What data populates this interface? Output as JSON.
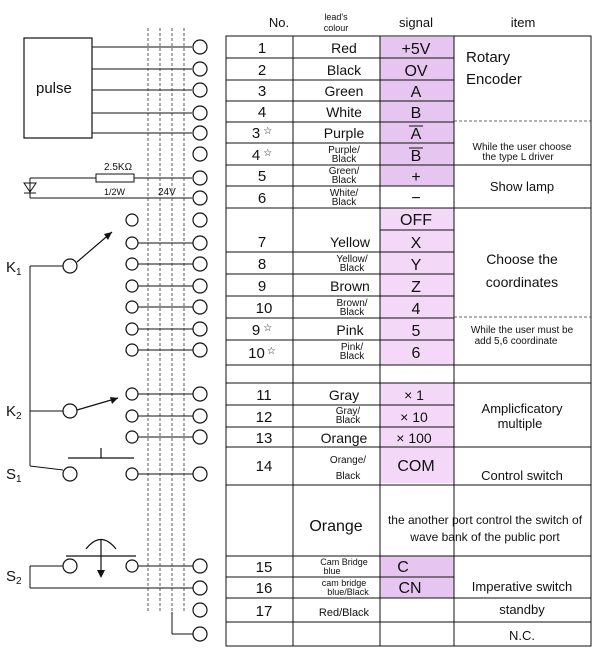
{
  "header": {
    "no": "No.",
    "colour_line1": "lead's",
    "colour_line2": "colour",
    "signal": "signal",
    "item": "item"
  },
  "left_labels": {
    "pulse": "pulse",
    "resistor_value": "2.5KΩ",
    "resistor_power": "1/2W",
    "voltage": "24V",
    "k1": "K",
    "k1_sub": "1",
    "k2": "K",
    "k2_sub": "2",
    "s1": "S",
    "s1_sub": "1",
    "s2": "S",
    "s2_sub": "2"
  },
  "rows": [
    {
      "no": "1",
      "colour": "Red",
      "signal": "+5V"
    },
    {
      "no": "2",
      "colour": "Black",
      "signal": "OV"
    },
    {
      "no": "3",
      "colour": "Green",
      "signal": "A"
    },
    {
      "no": "4",
      "colour": "White",
      "signal": "B"
    },
    {
      "no": "3",
      "star": "☆",
      "colour": "Purple",
      "signal": "A"
    },
    {
      "no": "4",
      "star": "☆",
      "colour_l1": "Purple/",
      "colour_l2": "Black",
      "signal": "B"
    },
    {
      "no": "5",
      "colour_l1": "Green/",
      "colour_l2": "Black",
      "signal": "+"
    },
    {
      "no": "6",
      "colour_l1": "White/",
      "colour_l2": "Black",
      "signal": "−"
    },
    {
      "signal": "OFF"
    },
    {
      "no": "7",
      "colour": "Yellow",
      "signal": "X"
    },
    {
      "no": "8",
      "colour_l1": "Yellow/",
      "colour_l2": "Black",
      "signal": "Y"
    },
    {
      "no": "9",
      "colour": "Brown",
      "signal": "Z"
    },
    {
      "no": "10",
      "colour_l1": "Brown/",
      "colour_l2": "Black",
      "signal": "4"
    },
    {
      "no": "9",
      "star": "☆",
      "colour": "Pink",
      "signal": "5"
    },
    {
      "no": "10",
      "star": "☆",
      "colour_l1": "Pink/",
      "colour_l2": "Black",
      "signal": "6"
    },
    {
      "no": "11",
      "colour": "Gray",
      "signal": "× 1"
    },
    {
      "no": "12",
      "colour_l1": "Gray/",
      "colour_l2": "Black",
      "signal": "× 10"
    },
    {
      "no": "13",
      "colour": "Orange",
      "signal": "× 100"
    },
    {
      "no": "14",
      "colour_l1": "Orange/",
      "colour_l2": "Black",
      "signal": "COM"
    },
    {
      "colour": "Orange"
    },
    {
      "no": "15",
      "colour_l1": "Cam Bridge",
      "colour_l2": "blue",
      "signal": "C"
    },
    {
      "no": "16",
      "colour_l1": "cam bridge",
      "colour_l2": "blue/Black",
      "signal": "CN"
    },
    {
      "no": "17",
      "colour": "Red/Black"
    }
  ],
  "items": {
    "rotary_l1": "Rotary",
    "rotary_l2": "Encoder",
    "ldriver_l1": "While the user choose",
    "ldriver_l2": "the type L driver",
    "show_lamp": "Show lamp",
    "choose_l1": "Choose the",
    "choose_l2": "coordinates",
    "add56_l1": "While the user must be",
    "add56_l2": "add 5,6 coordinate",
    "ampl_l1": "Amplicficatory",
    "ampl_l2": "multiple",
    "control_switch": "Control switch",
    "port_l1": "the another port control the switch of",
    "port_l2": "wave bank of the public port",
    "imperative": "Imperative switch",
    "standby": "standby",
    "nc": "N.C."
  }
}
